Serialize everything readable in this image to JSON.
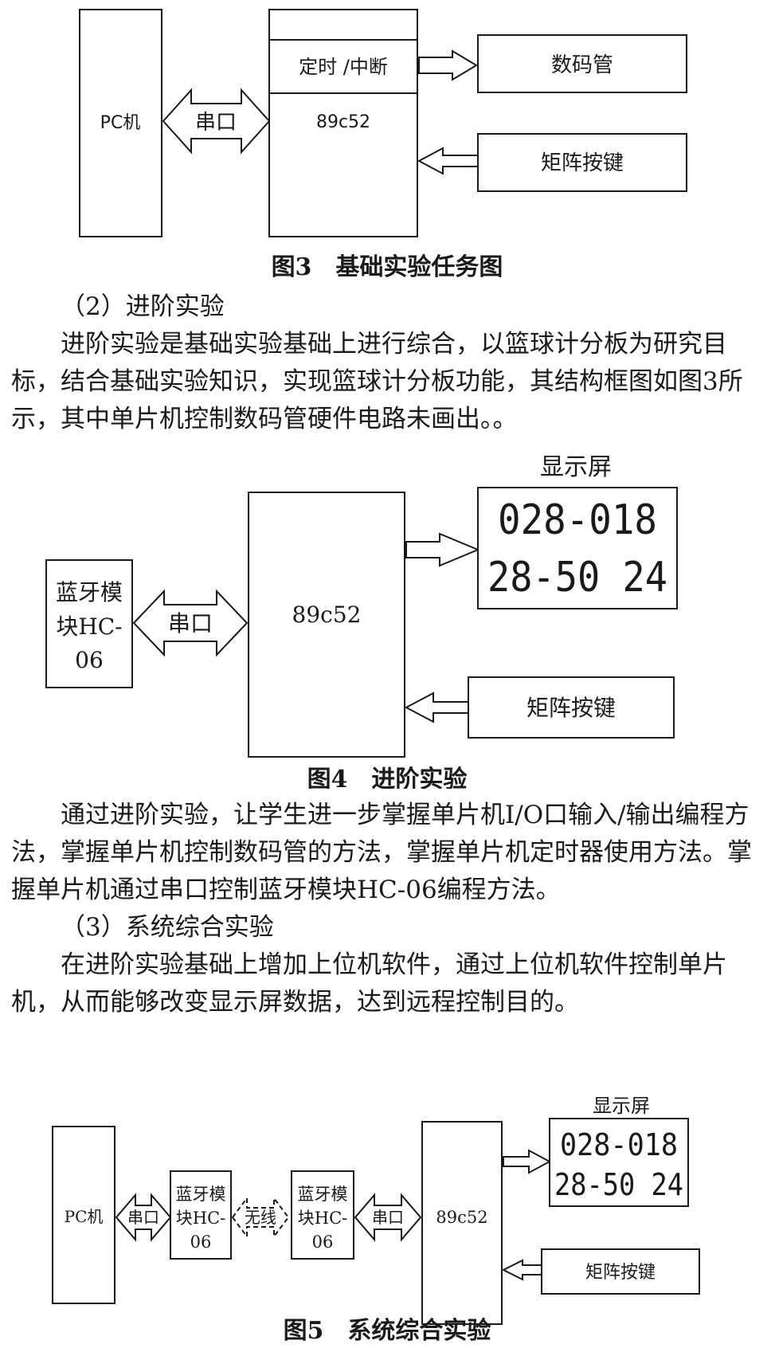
{
  "fig3": {
    "pc": "PC机",
    "serial": "串口",
    "timer": "定时 /中断",
    "mcu": "89c52",
    "display": "数码管",
    "keypad": "矩阵按键",
    "caption": "图3　基础实验任务图"
  },
  "section2": {
    "heading": "（2）进阶实验",
    "body": "进阶实验是基础实验基础上进行综合，以篮球计分板为研究目标，结合基础实验知识，实现篮球计分板功能，其结构框图如图3所示，其中单片机控制数码管硬件电路未画出。。"
  },
  "fig4": {
    "bt_line1": "蓝牙模",
    "bt_line2": "块HC-",
    "bt_line3": "06",
    "serial": "串口",
    "mcu": "89c52",
    "screen_title": "显示屏",
    "screen_row1": "028-018",
    "screen_row2": "28-50 24",
    "keypad": "矩阵按键",
    "caption": "图4　进阶实验"
  },
  "section2_after": {
    "body": "通过进阶实验，让学生进一步掌握单片机I/O口输入/输出编程方法，掌握单片机控制数码管的方法，掌握单片机定时器使用方法。掌握单片机通过串口控制蓝牙模块HC-06编程方法。"
  },
  "section3": {
    "heading": "（3）系统综合实验",
    "body": "在进阶实验基础上增加上位机软件，通过上位机软件控制单片机，从而能够改变显示屏数据，达到远程控制目的。"
  },
  "fig5": {
    "pc": "PC机",
    "serial_a": "串口",
    "bt_a_line1": "蓝牙模",
    "bt_a_line2": "块HC-",
    "bt_a_line3": "06",
    "wireless": "无线",
    "bt_b_line1": "蓝牙模",
    "bt_b_line2": "块HC-",
    "bt_b_line3": "06",
    "serial_b": "串口",
    "mcu": "89c52",
    "screen_title": "显示屏",
    "screen_row1": "028-018",
    "screen_row2": "28-50 24",
    "keypad": "矩阵按键",
    "caption": "图5　系统综合实验"
  }
}
